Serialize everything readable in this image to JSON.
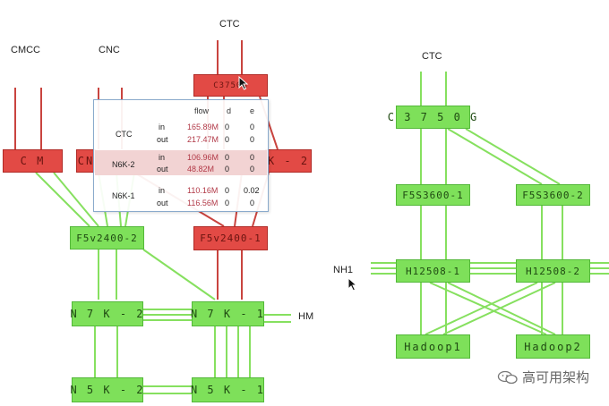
{
  "labels": {
    "cmcc": "CMCC",
    "cnc": "CNC",
    "ctc_left": "CTC",
    "ctc_right": "CTC",
    "nh1": "NH1",
    "hm": "HM"
  },
  "left_nodes": {
    "c_m": "C   M",
    "cn": "CN",
    "k2": "K - 2",
    "top_red": "C3750G",
    "f5v2400_2": "F5v2400-2",
    "f5v2400_1": "F5v2400-1",
    "n7k2": "N 7 K - 2",
    "n7k1": "N 7 K - 1",
    "n5k2": "N 5 K - 2",
    "n5k1": "N 5 K - 1"
  },
  "right_nodes": {
    "c3750g": "C 3 7 5 0 G",
    "f5s3600_1": "F5S3600-1",
    "f5s3600_2": "F5S3600-2",
    "h12508_1": "H12508-1",
    "h12508_2": "H12508-2",
    "hadoop1": "Hadoop1",
    "hadoop2": "Hadoop2"
  },
  "tooltip": {
    "headers": {
      "flow": "flow",
      "d": "d",
      "e": "e"
    },
    "groups": [
      {
        "name": "CTC",
        "rows": [
          {
            "dir": "in",
            "flow": "165.89M",
            "d": "0",
            "e": "0"
          },
          {
            "dir": "out",
            "flow": "217.47M",
            "d": "0",
            "e": "0"
          }
        ]
      },
      {
        "name": "N6K-2",
        "rows": [
          {
            "dir": "in",
            "flow": "106.96M",
            "d": "0",
            "e": "0"
          },
          {
            "dir": "out",
            "flow": "48.82M",
            "d": "0",
            "e": "0"
          }
        ]
      },
      {
        "name": "N6K-1",
        "rows": [
          {
            "dir": "in",
            "flow": "110.16M",
            "d": "0",
            "e": "0.02"
          },
          {
            "dir": "out",
            "flow": "116.56M",
            "d": "0",
            "e": "0"
          }
        ]
      }
    ]
  },
  "watermark": {
    "text": "高可用架构"
  },
  "colors": {
    "green": "#7ee05a",
    "red": "#e24a45",
    "green_line": "#86e05f",
    "red_line": "#c9443f"
  }
}
